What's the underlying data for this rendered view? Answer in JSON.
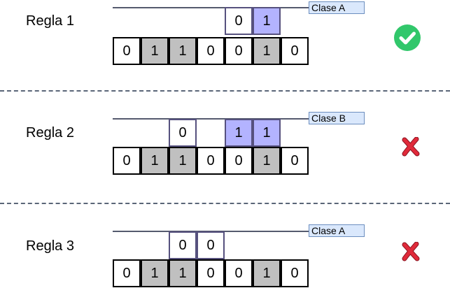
{
  "colors": {
    "pattern_highlight": "#b3b3ff",
    "sequence_gray": "#c0c0c0",
    "class_tag_fill": "#dae8fc",
    "check_green": "#31c76b",
    "cross_red": "#e02a3a"
  },
  "rules": [
    {
      "label": "Regla 1",
      "class_label": "Clase A",
      "status": "check-icon",
      "pattern": [
        {
          "value": "0",
          "highlighted": false
        },
        {
          "value": "1",
          "highlighted": true
        }
      ],
      "sequence": [
        {
          "value": "0",
          "gray": false
        },
        {
          "value": "1",
          "gray": true
        },
        {
          "value": "1",
          "gray": true
        },
        {
          "value": "0",
          "gray": false
        },
        {
          "value": "0",
          "gray": false
        },
        {
          "value": "1",
          "gray": true
        },
        {
          "value": "0",
          "gray": false
        }
      ]
    },
    {
      "label": "Regla 2",
      "class_label": "Clase B",
      "status": "cross-icon",
      "pattern": [
        {
          "value": "0",
          "highlighted": false
        },
        {
          "value": "1",
          "highlighted": true
        },
        {
          "value": "1",
          "highlighted": true
        }
      ],
      "sequence": [
        {
          "value": "0",
          "gray": false
        },
        {
          "value": "1",
          "gray": true
        },
        {
          "value": "1",
          "gray": true
        },
        {
          "value": "0",
          "gray": false
        },
        {
          "value": "0",
          "gray": false
        },
        {
          "value": "1",
          "gray": true
        },
        {
          "value": "0",
          "gray": false
        }
      ]
    },
    {
      "label": "Regla 3",
      "class_label": "Clase A",
      "status": "cross-icon",
      "pattern": [
        {
          "value": "0",
          "highlighted": false
        },
        {
          "value": "0",
          "highlighted": false
        }
      ],
      "sequence": [
        {
          "value": "0",
          "gray": false
        },
        {
          "value": "1",
          "gray": true
        },
        {
          "value": "1",
          "gray": true
        },
        {
          "value": "0",
          "gray": false
        },
        {
          "value": "0",
          "gray": false
        },
        {
          "value": "1",
          "gray": true
        },
        {
          "value": "0",
          "gray": false
        }
      ]
    }
  ]
}
